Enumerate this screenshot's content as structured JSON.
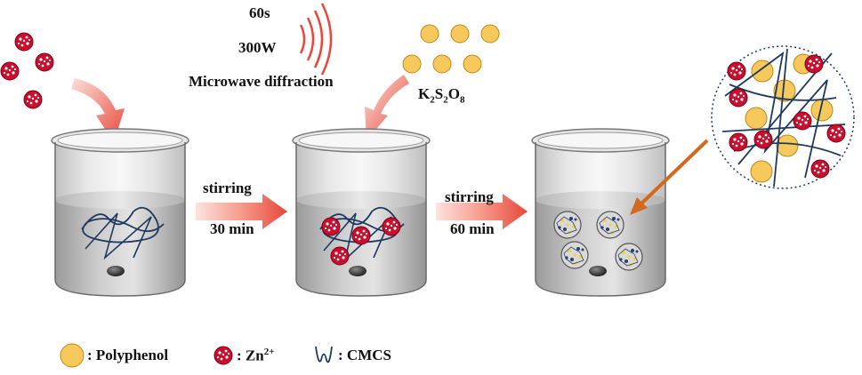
{
  "microwave": {
    "time": "60s",
    "power": "300W",
    "label": "Microwave diffraction"
  },
  "reagent": {
    "k": "K",
    "k_sub": "2",
    "s": "S",
    "s_sub": "2",
    "o": "O",
    "o_sub": "8"
  },
  "steps": [
    {
      "action": "stirring",
      "duration": "30 min"
    },
    {
      "action": "stirring",
      "duration": "60 min"
    }
  ],
  "legend": {
    "polyphenol": ": Polyphenol",
    "zn_prefix": ": Zn",
    "zn_charge": "2+",
    "cmcs": ": CMCS"
  },
  "colors": {
    "zn_fill": "#c8102e",
    "polyphenol_fill": "#f7c95c",
    "cmcs_line": "#1f3a5f",
    "arrow_red": "#e8584a",
    "arrow_orange": "#d2691e"
  }
}
